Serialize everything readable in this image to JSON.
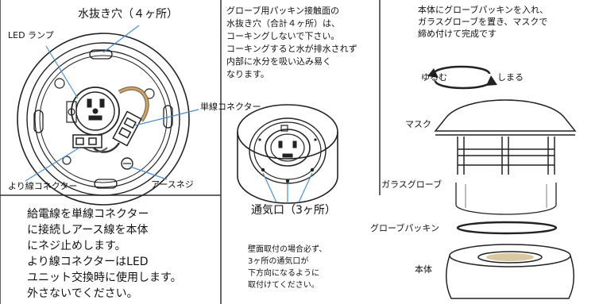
{
  "labels": {
    "drain_holes": "水抜き穴（４ヶ所）",
    "led_lamp": "LED ランプ",
    "single_wire_connector": "単線コネクター",
    "stranded_wire_connector": "より線コネクター",
    "earth_screw": "アースネジ",
    "vents": "通気口（3ヶ所）",
    "mask": "マスク",
    "glass_globe": "ガラスグローブ",
    "globe_packing": "グローブパッキン",
    "body": "本体",
    "loosen": "ゆるむ",
    "tighten": "しまる"
  },
  "notes": {
    "packing_note": "グローブ用パッキン接触面の\n水抜き穴（合計４ヶ所）は、\nコーキングしないで下さい。\nコーキングすると水が排水されず\n内部に水分を吸い込み易く\nなります。",
    "assembly_note": "本体にグローブパッキンを入れ、\nガラスグローブを置き、マスクで\n締め付けて完成です",
    "wiring_note": "給電線を単線コネクター\nに接続しアース線を本体\nにネジ止めします。\nより線コネクターはLED\nユニット交換時に使用します。\n外さないでください。",
    "wall_note": "壁面取付の場合必ず、\n3ヶ所の通気口が\n下方向になるように\n取付けてください。"
  }
}
